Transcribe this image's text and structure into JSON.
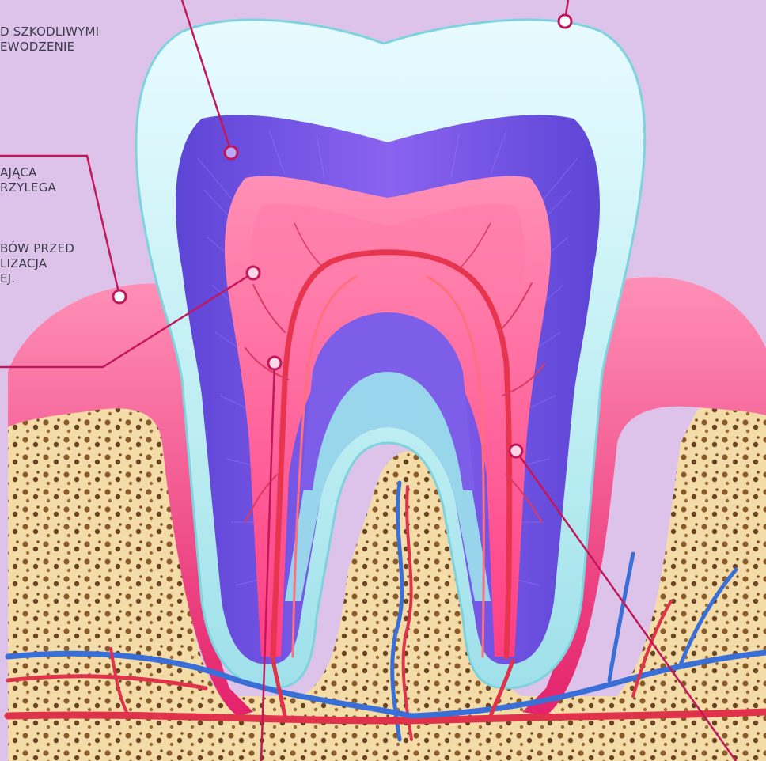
{
  "colors": {
    "background": "#ddc3ea",
    "leader_line": "#c2185b",
    "enamel": "#bff0f0",
    "dentin": "#6f4fe0",
    "pulp": "#ff5a93",
    "gum": "#e8357a",
    "bone": "#f3dca8",
    "artery": "#e0324a",
    "vein": "#3b6fd8"
  },
  "labels": [
    {
      "lines": [
        "D SZKODLIWYMI",
        "EWODZENIE"
      ]
    },
    {
      "lines": [
        "AJĄCA",
        "RZYLEGA"
      ]
    },
    {
      "lines": [
        "BÓW PRZED",
        "LIZACJA",
        "EJ."
      ]
    }
  ]
}
